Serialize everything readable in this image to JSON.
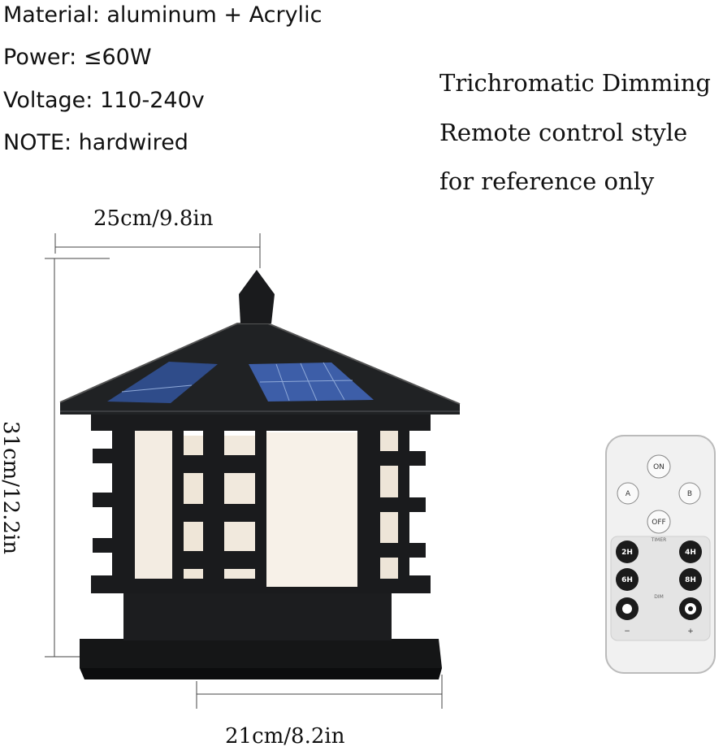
{
  "specs": [
    {
      "label": "Material: aluminum + Acrylic"
    },
    {
      "label": "Power: ≤60W"
    },
    {
      "label": "Voltage: 110-240v"
    },
    {
      "label": "NOTE: hardwired"
    }
  ],
  "notes": [
    {
      "label": "Trichromatic Dimming"
    },
    {
      "label": "Remote control style"
    },
    {
      "label": "for reference only"
    }
  ],
  "dimensions": {
    "width_top": "25cm/9.8in",
    "height": "31cm/12.2in",
    "width_base": "21cm/8.2in"
  },
  "remote": {
    "on": "ON",
    "a": "A",
    "b": "B",
    "off": "OFF",
    "timer": "TIMER",
    "t2": "2H",
    "t4": "4H",
    "t6": "6H",
    "t8": "8H",
    "dim": "DIM",
    "minus": "−",
    "plus": "+"
  }
}
